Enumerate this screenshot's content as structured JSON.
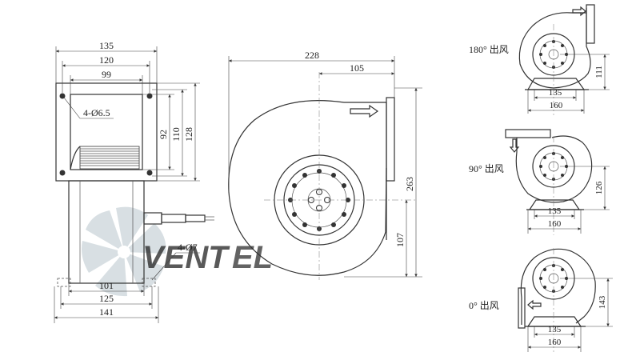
{
  "watermark": {
    "text_part1": "VENT",
    "text_part2": "EL",
    "color_main": "#c7cfd6",
    "color_accent": "#6f9fd0"
  },
  "front_view": {
    "dims": {
      "w135": "135",
      "w120": "120",
      "w99": "99",
      "h92": "92",
      "h110": "110",
      "h128": "128",
      "holes_top": "4-Ø6.5",
      "holes_bottom": "4-Ø7",
      "w101": "101",
      "w125": "125",
      "w141": "141"
    }
  },
  "side_view": {
    "dims": {
      "w228": "228",
      "w105": "105",
      "h263": "263",
      "h107": "107"
    }
  },
  "outlet_180": {
    "label": "180° 出风",
    "w135": "135",
    "w160": "160",
    "h111": "111"
  },
  "outlet_90": {
    "label": "90° 出风",
    "w135": "135",
    "w160": "160",
    "h126": "126"
  },
  "outlet_0": {
    "label": "0° 出风",
    "w135": "135",
    "w160": "160",
    "h143": "143"
  }
}
